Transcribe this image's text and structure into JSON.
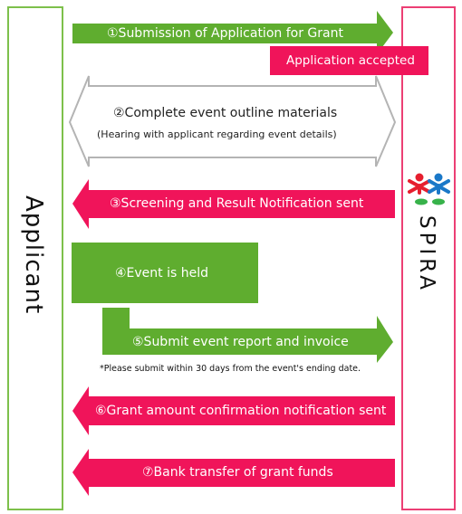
{
  "colors": {
    "green": "#5fad2f",
    "pink": "#f0145a",
    "gray": "#b4b4b4",
    "applicant_border": "#7dc04b",
    "spira_border": "#ec3f74"
  },
  "applicant_label": "Applicant",
  "spira_label": "SPIRA",
  "logo": {
    "icon": "spira-people-logo-icon"
  },
  "steps": {
    "s1": "①Submission of Application for Grant",
    "accepted": "Application accepted",
    "s2": "②Complete event outline materials",
    "s2_sub": "(Hearing with applicant regarding event details)",
    "s3": "③Screening and Result Notification sent",
    "s4": "④Event is held",
    "s5": "⑤Submit event report and invoice",
    "s5_note": "*Please submit within 30 days from the event's ending date.",
    "s6": "⑥Grant amount confirmation notification sent",
    "s7": "⑦Bank transfer of grant funds"
  }
}
